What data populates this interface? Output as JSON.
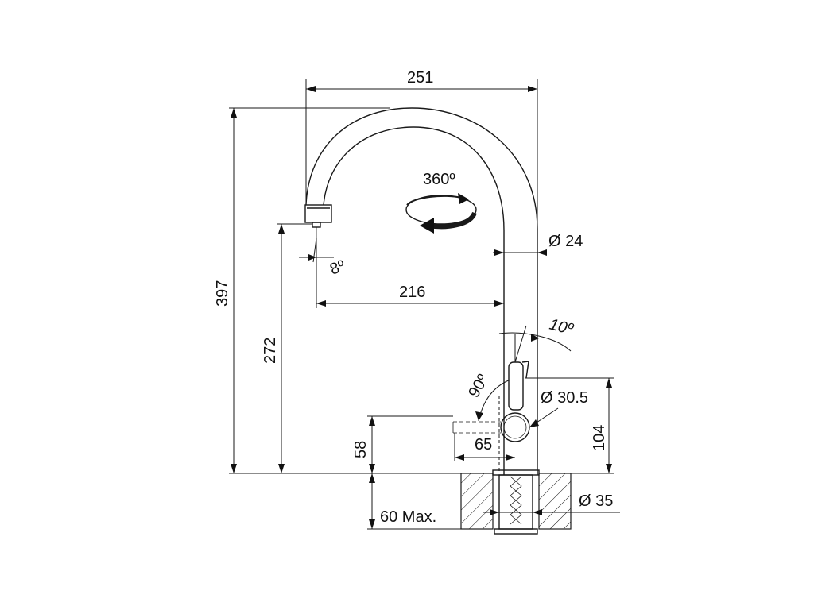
{
  "drawing": {
    "dim_overall_width": "251",
    "dim_overall_height": "397",
    "dim_spout_height": "272",
    "dim_spout_reach": "216",
    "dim_body_diameter": "Ø 24",
    "dim_rotation": "360º",
    "dim_spout_angle": "8º",
    "dim_lever_tilt": "10º",
    "dim_lever_swing": "90º",
    "dim_handle_diameter": "Ø 30.5",
    "dim_handle_height": "104",
    "dim_lever_height": "58",
    "dim_lever_reach": "65",
    "dim_hole_diameter": "Ø 35",
    "dim_worktop_thickness": "60 Max."
  }
}
